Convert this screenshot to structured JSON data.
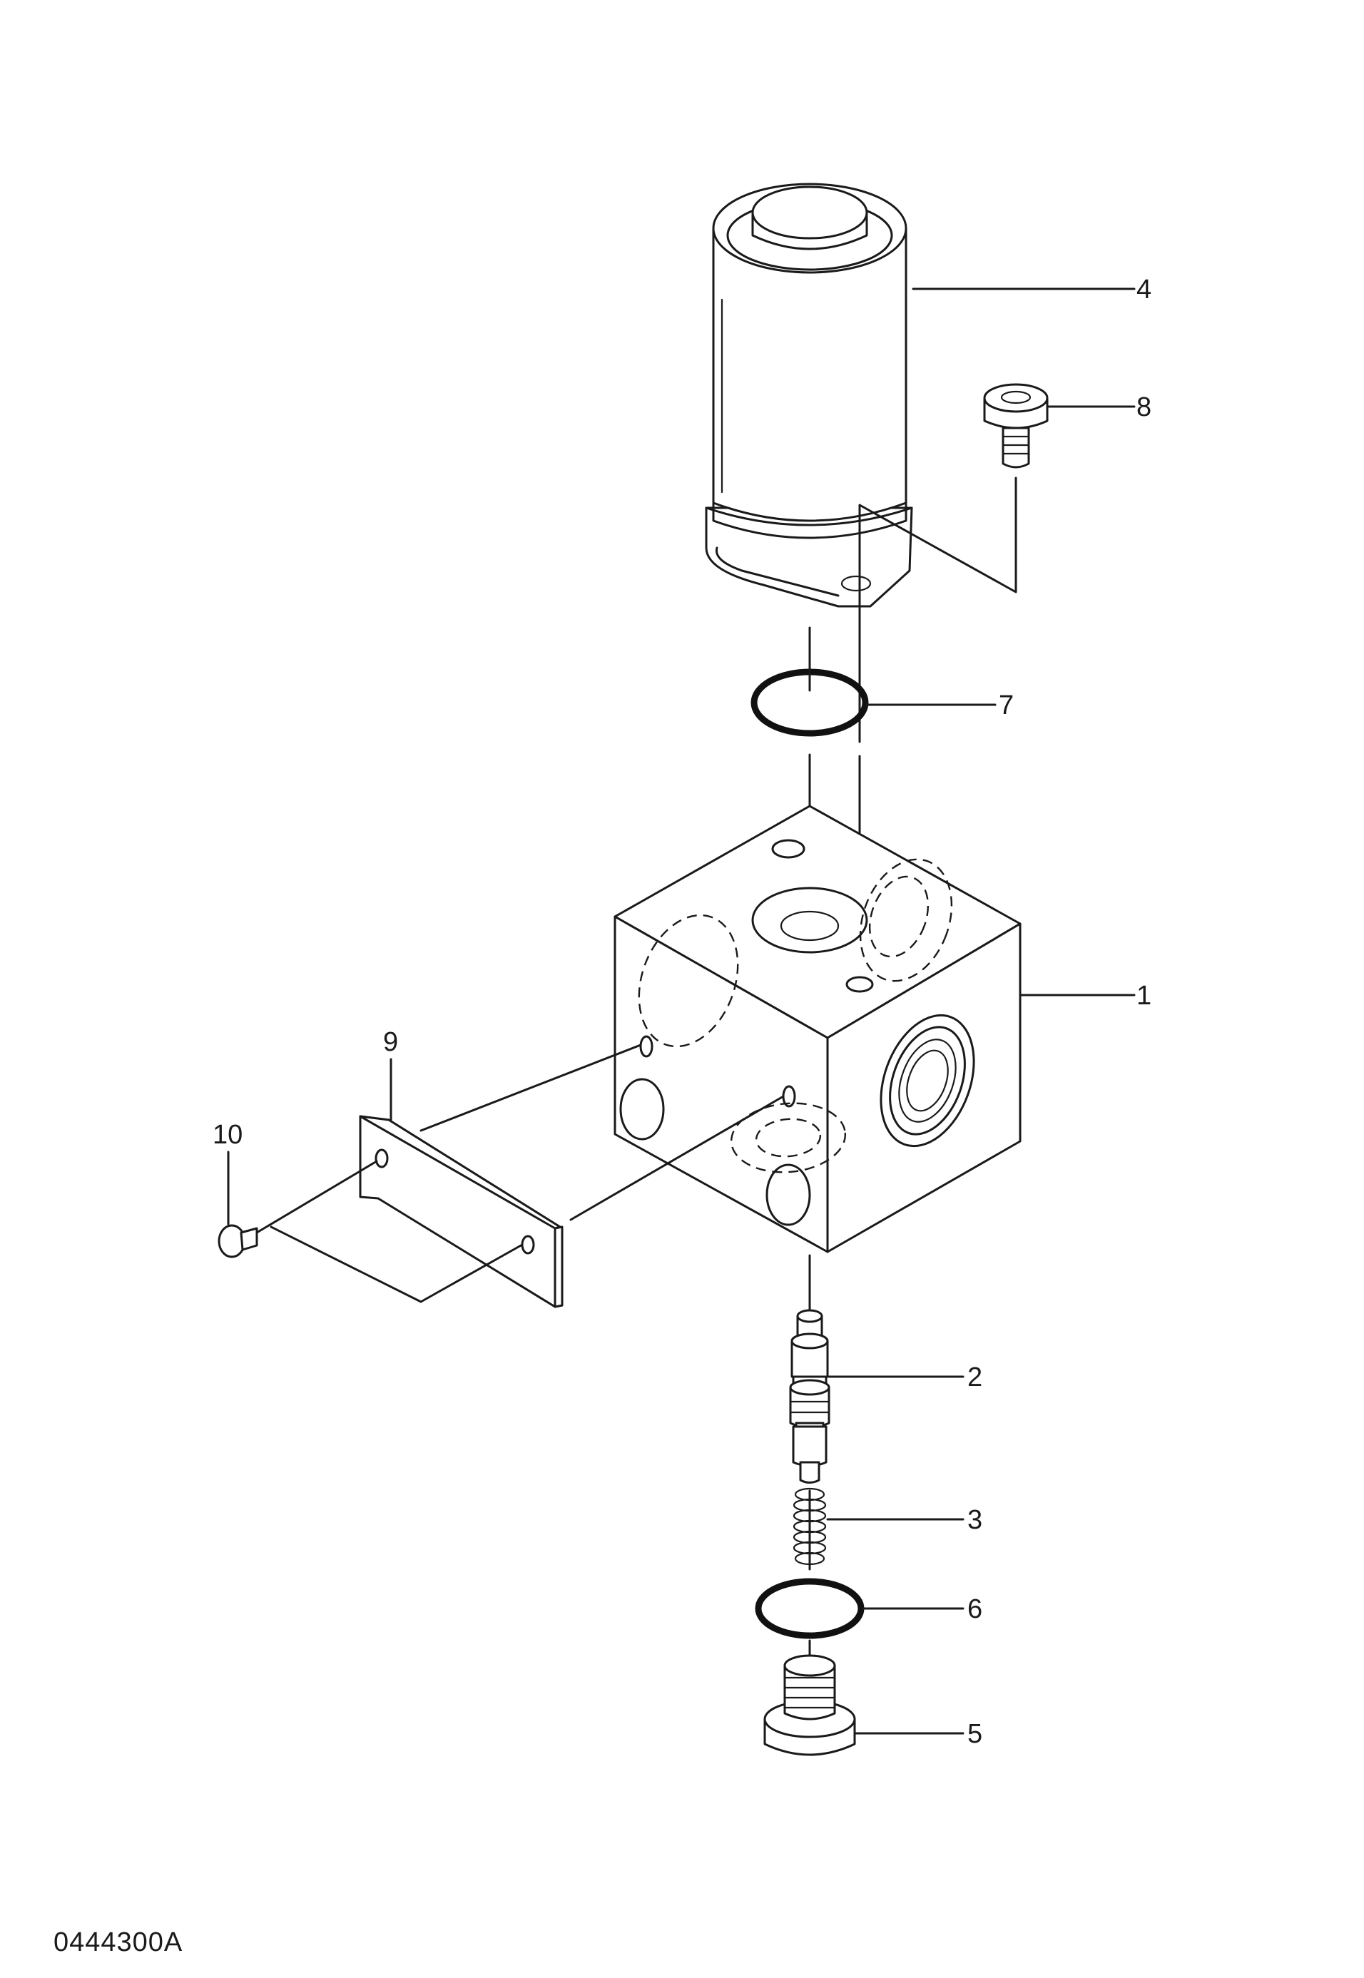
{
  "figure_code": "0444300A",
  "callouts": [
    {
      "id": "1",
      "text": "1"
    },
    {
      "id": "2",
      "text": "2"
    },
    {
      "id": "3",
      "text": "3"
    },
    {
      "id": "4",
      "text": "4"
    },
    {
      "id": "5",
      "text": "5"
    },
    {
      "id": "6",
      "text": "6"
    },
    {
      "id": "7",
      "text": "7"
    },
    {
      "id": "8",
      "text": "8"
    },
    {
      "id": "9",
      "text": "9"
    },
    {
      "id": "10",
      "text": "10"
    }
  ],
  "colors": {
    "line": "#1a1a1a",
    "background": "#ffffff"
  }
}
